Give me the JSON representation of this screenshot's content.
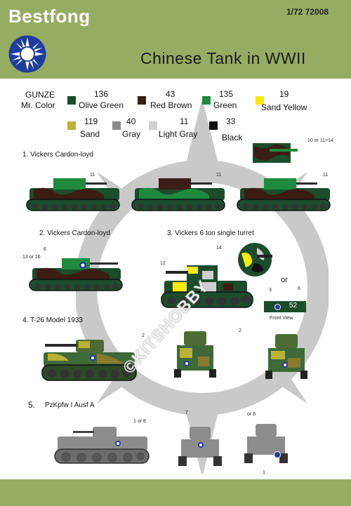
{
  "header": {
    "brand": "Bestfong",
    "scale_code": "1/72  72008",
    "title": "Chinese Tank in WWII"
  },
  "colors": {
    "header_bg": "#95ad62",
    "sunburst_ring": "#c9c9c9"
  },
  "paint_key": {
    "brand_line1": "GUNZE",
    "brand_line2": "Mr. Color",
    "items": [
      {
        "code": "136",
        "name": "Olive Green",
        "hex": "#1b4d2c"
      },
      {
        "code": "43",
        "name": "Red Brown",
        "hex": "#3b1d16"
      },
      {
        "code": "135",
        "name": "Green",
        "hex": "#1e8a3e"
      },
      {
        "code": "19",
        "name": "Sand Yellow",
        "hex": "#f6ea0f"
      },
      {
        "code": "119",
        "name": "Sand",
        "hex": "#b9b236"
      },
      {
        "code": "40",
        "name": "Gray",
        "hex": "#8c8c8c"
      },
      {
        "code": "11",
        "name": "Light Gray",
        "hex": "#cfcfcf"
      },
      {
        "code": "33",
        "name": "Black",
        "hex": "#111111"
      }
    ]
  },
  "sections": {
    "s1": "1. Vickers Cardon-loyd",
    "s2": "2.  Vickers Cardon-loyd",
    "s3": "3. Vickers 6 ton  single turret",
    "s4": "4. T-26 Model 1933",
    "s5_num": "5.",
    "s5": "PzKpfw I Ausf A"
  },
  "callouts": {
    "c10": "10 or 11+14",
    "c11a": "11",
    "c11b": "11",
    "c11c": "11",
    "c6": "6",
    "c13": "13 or 16",
    "c14": "14",
    "c12": "12",
    "or1": "or",
    "c3": "3",
    "c6b": "6",
    "plate": "52",
    "front_view": "Front View",
    "c2a": "2",
    "c2b": "2",
    "c1or8": "1 or 8",
    "c7": "7",
    "or8": "or 8",
    "c1": "1"
  },
  "watermark": "©KITSHOBBY"
}
